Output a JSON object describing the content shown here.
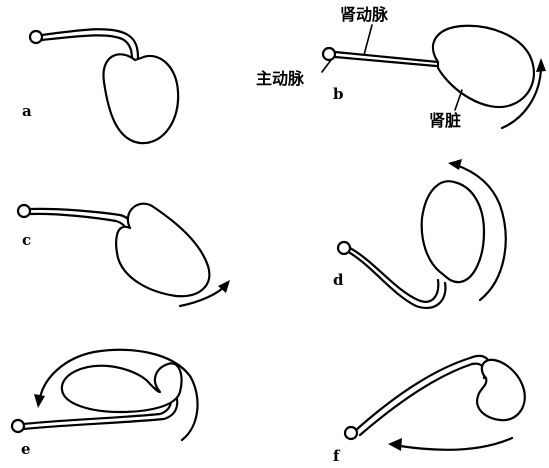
{
  "panels": {
    "a": {
      "label": "a"
    },
    "b": {
      "label": "b",
      "aorta": "主动脉",
      "renal_artery": "肾动脉",
      "kidney": "肾脏"
    },
    "c": {
      "label": "c"
    },
    "d": {
      "label": "d"
    },
    "e": {
      "label": "e"
    },
    "f": {
      "label": "f"
    }
  }
}
